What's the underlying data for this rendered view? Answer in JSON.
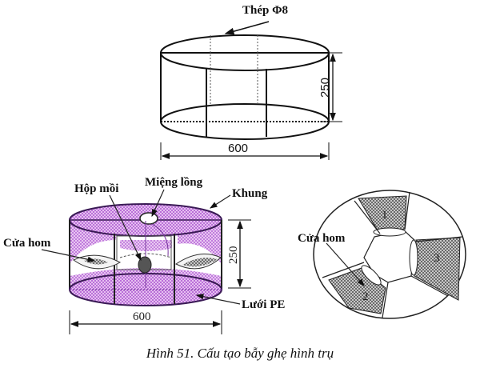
{
  "figure": {
    "caption": "Hình 51. Cấu tạo bẫy ghẹ hình trụ"
  },
  "frame_diagram": {
    "material_label": "Thép Φ8",
    "width_dim": "600",
    "height_dim": "250"
  },
  "trap_diagram": {
    "labels": {
      "bait_box": "Hộp mồi",
      "trap_mouth": "Miệng lồng",
      "frame": "Khung",
      "funnel_entrance": "Cửa hom",
      "pe_net": "Lưới PE"
    },
    "width_dim": "600",
    "height_dim": "250",
    "mesh_color": "#c77ee0"
  },
  "top_view_diagram": {
    "funnel_label": "Cửa hom",
    "funnel_numbers": [
      "1",
      "2",
      "3"
    ],
    "mesh_color": "#7a7a7a"
  }
}
